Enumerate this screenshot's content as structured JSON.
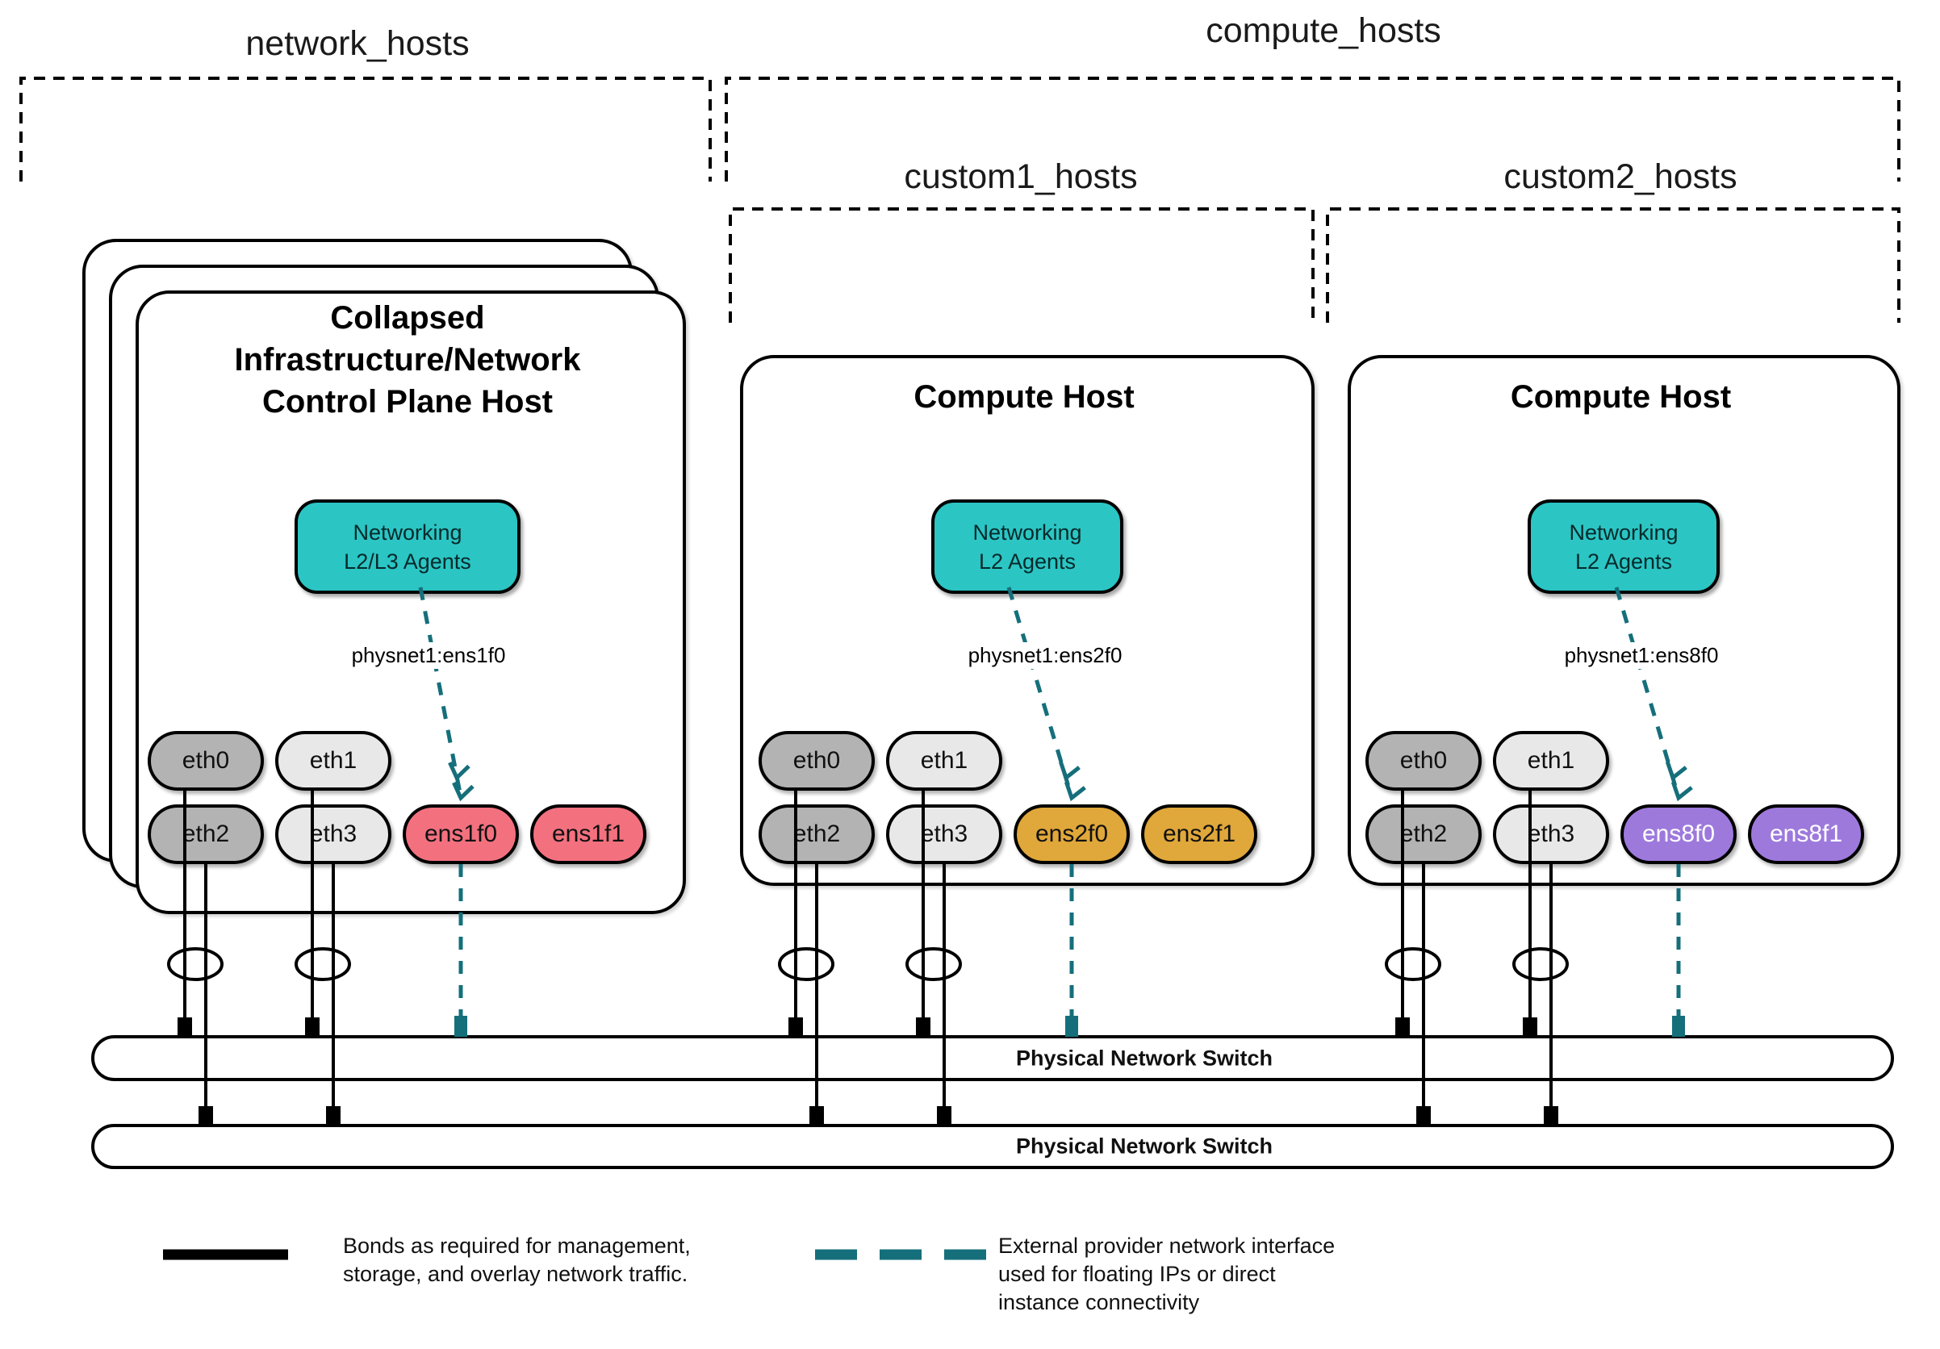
{
  "groups": {
    "network_hosts": {
      "label": "network_hosts"
    },
    "compute_hosts": {
      "label": "compute_hosts"
    },
    "custom1_hosts": {
      "label": "custom1_hosts"
    },
    "custom2_hosts": {
      "label": "custom2_hosts"
    }
  },
  "hosts": [
    {
      "title_lines": [
        "Collapsed",
        "Infrastructure/Network",
        "Control Plane Host"
      ],
      "agent_lines": [
        "Networking",
        "L2/L3 Agents"
      ],
      "physnet_label": "physnet1:ens1f0",
      "interfaces": [
        {
          "label": "eth0",
          "color": "gray-dark"
        },
        {
          "label": "eth1",
          "color": "gray-light"
        },
        {
          "label": "eth2",
          "color": "gray-dark"
        },
        {
          "label": "eth3",
          "color": "gray-light"
        },
        {
          "label": "ens1f0",
          "color": "pink"
        },
        {
          "label": "ens1f1",
          "color": "pink"
        }
      ]
    },
    {
      "title_lines": [
        "Compute Host"
      ],
      "agent_lines": [
        "Networking",
        "L2 Agents"
      ],
      "physnet_label": "physnet1:ens2f0",
      "interfaces": [
        {
          "label": "eth0",
          "color": "gray-dark"
        },
        {
          "label": "eth1",
          "color": "gray-light"
        },
        {
          "label": "eth2",
          "color": "gray-dark"
        },
        {
          "label": "eth3",
          "color": "gray-light"
        },
        {
          "label": "ens2f0",
          "color": "gold"
        },
        {
          "label": "ens2f1",
          "color": "gold"
        }
      ]
    },
    {
      "title_lines": [
        "Compute Host"
      ],
      "agent_lines": [
        "Networking",
        "L2 Agents"
      ],
      "physnet_label": "physnet1:ens8f0",
      "interfaces": [
        {
          "label": "eth0",
          "color": "gray-dark"
        },
        {
          "label": "eth1",
          "color": "gray-light"
        },
        {
          "label": "eth2",
          "color": "gray-dark"
        },
        {
          "label": "eth3",
          "color": "gray-light"
        },
        {
          "label": "ens8f0",
          "color": "purple"
        },
        {
          "label": "ens8f1",
          "color": "purple"
        }
      ]
    }
  ],
  "switches": [
    {
      "label": "Physical Network Switch"
    },
    {
      "label": "Physical Network Switch"
    }
  ],
  "legend": {
    "bond_lines": [
      "Bonds as required for management,",
      "storage, and overlay network traffic."
    ],
    "external_lines": [
      "External provider network interface",
      "used for floating IPs or direct",
      "instance connectivity"
    ]
  },
  "colors": {
    "agent_fill": "#2bc5c4",
    "external_line": "#156f7b",
    "nic_pink": "#f3717f",
    "nic_gold": "#e0a73a",
    "nic_purple": "#9d79dc",
    "eth_dark": "#b3b3b3",
    "eth_light": "#e8e8e8",
    "outline": "#000000"
  }
}
